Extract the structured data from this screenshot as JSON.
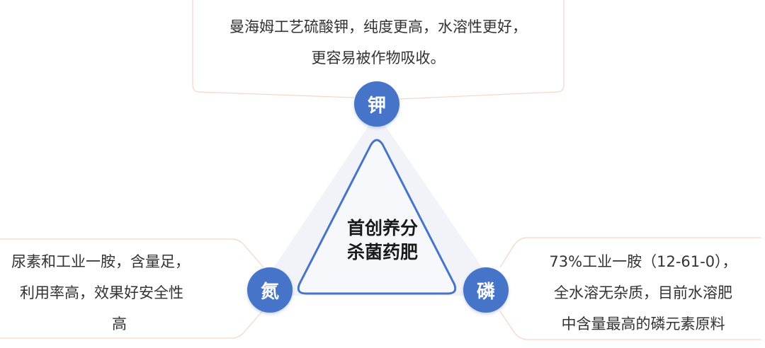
{
  "center": {
    "line1": "首创养分",
    "line2": "杀菌药肥"
  },
  "nodes": {
    "potassium": "钾",
    "nitrogen": "氮",
    "phosphorus": "磷"
  },
  "potassium_box": {
    "line1": "曼海姆工艺硫酸钾，纯度更高，水溶性更好，",
    "line2": "更容易被作物吸收。"
  },
  "nitrogen_box": {
    "line1": "尿素和工业一胺，含量足，",
    "line2": "利用率高，效果好安全性",
    "line3": "高"
  },
  "phosphorus_box": {
    "line1": "73%工业一胺（12-61-0），",
    "line2": "全水溶无杂质，目前水溶肥",
    "line3": "中含量最高的磷元素原料"
  },
  "colors": {
    "node_fill": "#4674c9",
    "triangle_stroke": "#4674c9",
    "triangle_fill": "#f3f5fa",
    "box_border": "#f5d5c8"
  }
}
